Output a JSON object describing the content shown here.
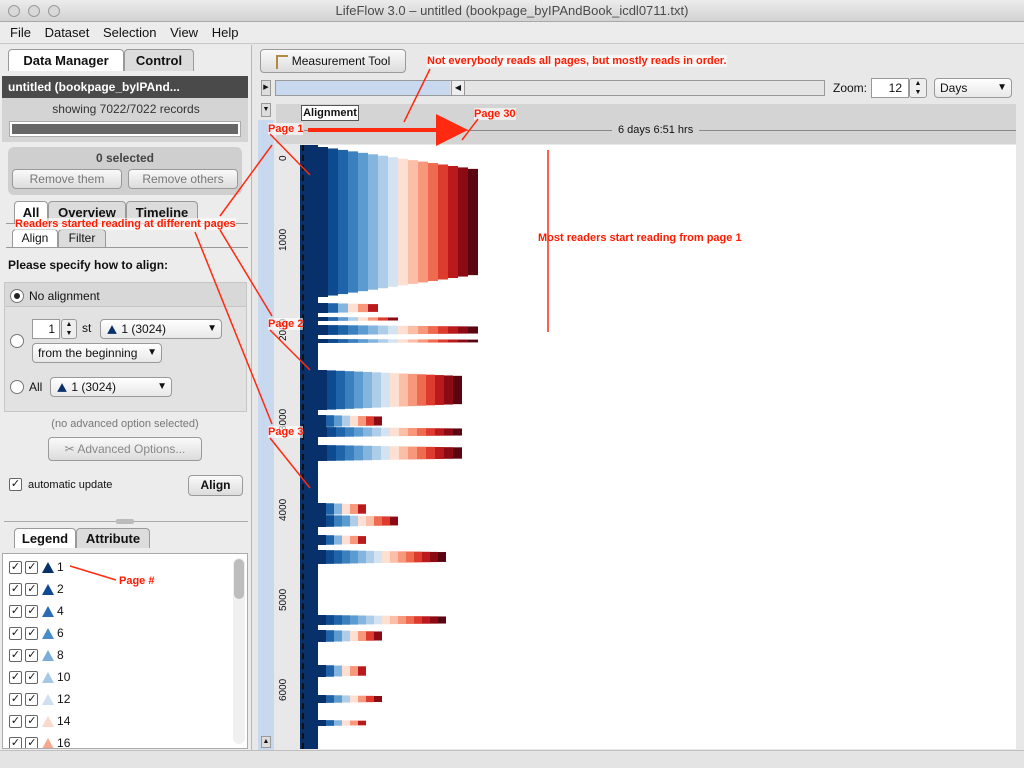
{
  "window": {
    "title": "LifeFlow 3.0 – untitled (bookpage_byIPAndBook_icdl0711.txt)"
  },
  "menu": [
    "File",
    "Dataset",
    "Selection",
    "View",
    "Help"
  ],
  "left": {
    "tabs": [
      "Data Manager",
      "Control"
    ],
    "dataset_title": "untitled (bookpage_byIPAnd...",
    "records": "showing 7022/7022 records",
    "selected": "0 selected",
    "remove_them": "Remove them",
    "remove_others": "Remove others",
    "view_tabs": [
      "All",
      "Overview",
      "Timeline"
    ],
    "sub_tabs": [
      "Align",
      "Filter"
    ],
    "align_prompt": "Please specify how to align:",
    "no_alignment": "No alignment",
    "nth_value": "1",
    "nth_suffix": "st",
    "event_select": "1 (3024)",
    "from_select": "from the beginning",
    "all_label": "All",
    "all_select": "1 (3024)",
    "no_adv": "(no advanced option selected)",
    "adv_btn": "Advanced Options...",
    "auto_update": "automatic update",
    "align_btn": "Align",
    "legend_tabs": [
      "Legend",
      "Attribute"
    ],
    "legend": [
      {
        "label": "1",
        "color": "#08306b"
      },
      {
        "label": "2",
        "color": "#0e4a92"
      },
      {
        "label": "4",
        "color": "#2a6cb4"
      },
      {
        "label": "6",
        "color": "#4a8cc7"
      },
      {
        "label": "8",
        "color": "#7aadd8"
      },
      {
        "label": "10",
        "color": "#a6c8e6"
      },
      {
        "label": "12",
        "color": "#cfdff0"
      },
      {
        "label": "14",
        "color": "#fbd8cc"
      },
      {
        "label": "16",
        "color": "#f6a88e"
      }
    ]
  },
  "toolbar": {
    "measure_btn": "Measurement Tool",
    "zoom_label": "Zoom:",
    "zoom_value": "12",
    "zoom_unit": "Days"
  },
  "chart": {
    "alignment_label": "Alignment",
    "duration": "6 days 6:51 hrs",
    "y_ticks": [
      "0",
      "1000",
      "2000",
      "3000",
      "4000",
      "5000",
      "6000"
    ]
  },
  "annotations": {
    "top": "Not everybody reads all pages, but mostly reads in order.",
    "page1": "Page 1",
    "page30": "Page 30",
    "start_diff": "Readers started reading at different pages",
    "most_start": "Most readers start reading from page 1",
    "page2": "Page 2",
    "page3": "Page 3",
    "page_hash": "Page #"
  }
}
